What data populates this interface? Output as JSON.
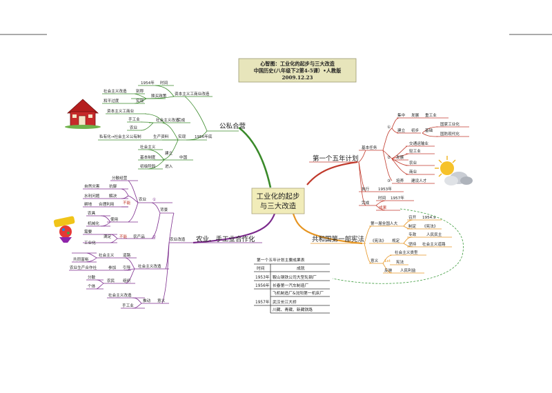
{
  "header": {
    "line1": "心智图：工业化的起步与三大改造",
    "line2": "中国历史(八年级下2第4-5课）•人教版",
    "line3": "2009.12.23"
  },
  "center": {
    "line1": "工业化的起步",
    "line2": "与三大改造"
  },
  "branches": {
    "public_private": "公私合营",
    "five_year": "第一个五年计划",
    "constitution": "共和国第一部宪法",
    "agri": "农业、手工业合作化"
  },
  "pp": {
    "n_1956": "1956年底",
    "tongguo": "通过",
    "shiji": "实现",
    "wancheng": "完成",
    "zibenzhuyi_gongshang": "资本主义工商业改造",
    "shijian": "时间",
    "y1954": "1954年",
    "shumai": "赎买政策",
    "bianhua": "别称",
    "shixian": "实现",
    "shzy_gaizao": "社会主义改造",
    "heping_guodu": "和平过度",
    "zbzy_gsy": "资本主义工商业",
    "shgy": "手工业",
    "nongye": "农业",
    "shzy_gaizao2": "社会主义改造",
    "siyouzhi": "私有化→社会主义公有制",
    "shengchan_ziliao": "生产资料",
    "zhongguo": "中国",
    "shzy": "社会主义",
    "jiben_zhidu": "基本制度",
    "chuji_jieduan": "初级阶段",
    "jianli": "建立",
    "jinru": "进入"
  },
  "fy": {
    "jiben_renwu": "基本任务",
    "zhixing": "执行",
    "wancheng": "完成",
    "c1": "①",
    "c2": "②",
    "c3": "③",
    "jizhong": "集中",
    "fazhan1": "发展",
    "zhonggongye": "重工业",
    "jianli": "建立",
    "chubu": "初步",
    "jichu": "基础",
    "gjgyh": "国家工业化",
    "gfxdh": "国防现代化",
    "jtys": "交通运输业",
    "qinggongye": "轻工业",
    "fazhan2": "发展",
    "nongye": "农业",
    "shangye": "商业",
    "peiyang": "培养",
    "jsrc": "建设人才",
    "y1953": "1953年",
    "shijian": "时间",
    "y1957": "1957年",
    "chengjiu": "成果"
  },
  "cons": {
    "diyijie": "第一届全国人大",
    "zhaokai": "召开",
    "y1954": "1954.9",
    "zhiding": "制定",
    "xianfa_q": "《宪法》",
    "xianfa_q2": "《宪法》",
    "guiding": "规定",
    "zhuanzheng": "专政",
    "rmmz": "人民民主",
    "jianchi": "坚持",
    "shzy_daolu": "社会主义道路",
    "yiyi": "意义",
    "first": "1st",
    "shzy_leixing": "社会主义类型",
    "xianfa": "宪法",
    "fanying": "反映",
    "rmly": "人民利益"
  },
  "ag": {
    "nongye_gaizao": "农业改造",
    "beijing": "背景",
    "fenshan": "分散经营",
    "zrzh": "自然灾害",
    "kangyu": "抗御",
    "slwt": "水利问题",
    "jiejue": "解决",
    "gengdi": "耕地",
    "hlly": "合理利用",
    "nongju": "农具",
    "jixiehua": "机械化",
    "shiyong": "使用",
    "nongye": "农业",
    "buneng1": "不能",
    "c1": "①",
    "xuqiu": "需要",
    "gongyehua": "工业化",
    "manzu": "满足",
    "buneng2": "不能",
    "nongchanpin": "农产品",
    "c2": "②",
    "shzy_zhuyi": "社会主义",
    "daolu": "道路",
    "gongtong": "共同富裕",
    "nyscs": "农业生产合作社",
    "canjia": "参加",
    "yindao": "引导",
    "shzy_gaizao": "社会主义改造",
    "fensan": "分散",
    "geti": "个体",
    "nongmin": "农民",
    "zuzhi": "组织",
    "shzy_gaizao2": "社会主义改造",
    "shougongye": "手工业",
    "tuidong": "推动",
    "yiyi": "意义"
  },
  "table": {
    "title": "第一个五年计划主要成果表",
    "headers": [
      "时间",
      "成就"
    ],
    "rows": [
      [
        "1953年",
        "鞍山钢铁公司大型轧钢厂"
      ],
      [
        "1956年",
        "长春第一汽车制造厂"
      ],
      [
        "",
        "飞机制造厂&沈阳第一机床厂"
      ],
      [
        "1957年",
        "武汉长江大桥"
      ],
      [
        "",
        "川藏、青藏、新藏铁路"
      ]
    ]
  },
  "icons": [
    "house-icon",
    "sun-cloud-icon",
    "event-clown-icon"
  ],
  "colors": {
    "green_branch": "#3a8a2a",
    "red_branch": "#c0392b",
    "orange_branch": "#e69522",
    "purple_branch": "#7b2a8c",
    "center_bg": "#f1ecb9"
  }
}
